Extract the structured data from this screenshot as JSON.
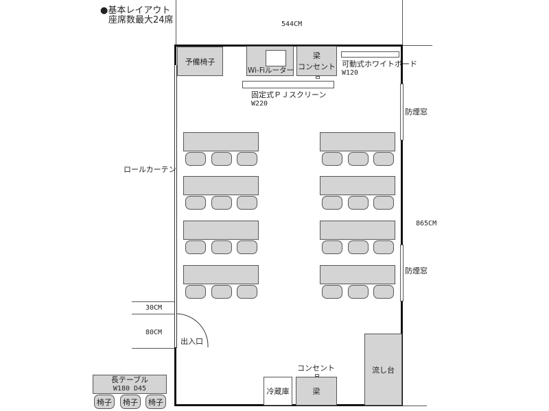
{
  "title": "●基本レイアウト",
  "subtitle": "座席数最大24席",
  "dimensions": {
    "width": "544CM",
    "depth": "865CM",
    "gap": "30CM",
    "door": "80CM"
  },
  "items": {
    "spare_chairs": "予備椅子",
    "wifi": "Wi-Fiルーター",
    "beam_outlet_top_1": "梁",
    "beam_outlet_top_2": "コンセント",
    "whiteboard": "可動式ホワイトボード",
    "whiteboard_w": "W120",
    "screen": "固定式ＰＪスクリーン",
    "screen_w": "W220",
    "smoke_window_1": "防煙窓",
    "smoke_window_2": "防煙窓",
    "roll_curtain": "ロールカーテン",
    "entrance": "出入口",
    "outlet": "コンセント",
    "fridge": "冷蔵庫",
    "beam": "梁",
    "sink": "流し台"
  },
  "legend": {
    "table": "長テーブル",
    "table_size": "W180 D45",
    "chair": "椅子"
  },
  "colors": {
    "furniture": "#d4d4d4",
    "wall": "#111111"
  }
}
